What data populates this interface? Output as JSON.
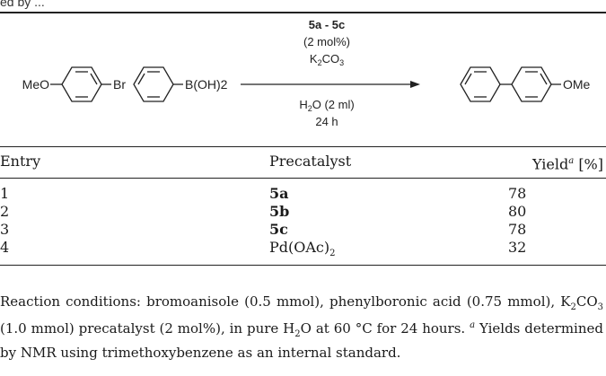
{
  "caption_fragment": "ed by ...",
  "scheme": {
    "reactant1": {
      "left_group": "MeO",
      "right_group": "Br"
    },
    "reactant2": {
      "right_group": "B(OH)2"
    },
    "conditions_above": [
      "5a - 5c",
      "(2 mol%)",
      "K2CO3"
    ],
    "conditions_below": [
      "H2O (2 ml)",
      "24 h"
    ],
    "product": {
      "right_group": "OMe"
    }
  },
  "table": {
    "headers": {
      "entry": "Entry",
      "precatalyst": "Precatalyst",
      "yield_label": "Yield",
      "yield_mark": "a",
      "yield_unit": "[%]"
    },
    "rows": [
      {
        "entry": "1",
        "precatalyst": "5a",
        "yield": "78"
      },
      {
        "entry": "2",
        "precatalyst": "5b",
        "yield": "80"
      },
      {
        "entry": "3",
        "precatalyst": "5c",
        "yield": "78"
      },
      {
        "entry": "4",
        "precatalyst": "Pd(OAc)",
        "precatalyst_sub": "2",
        "yield": "32"
      }
    ]
  },
  "footnote": {
    "part1": "Reaction conditions: bromoanisole (0.5 mmol), phenylboronic acid (0.75 mmol), K",
    "sub1": "2",
    "part2": "CO",
    "sub2": "3",
    "part3": " (1.0 mmol) precatalyst (2 mol%), in pure H",
    "sub3": "2",
    "part4": "O at 60 °C for 24 hours. ",
    "mark": "a",
    "part5": " Yields determined by NMR using trimethoxybenzene as an internal standard."
  }
}
